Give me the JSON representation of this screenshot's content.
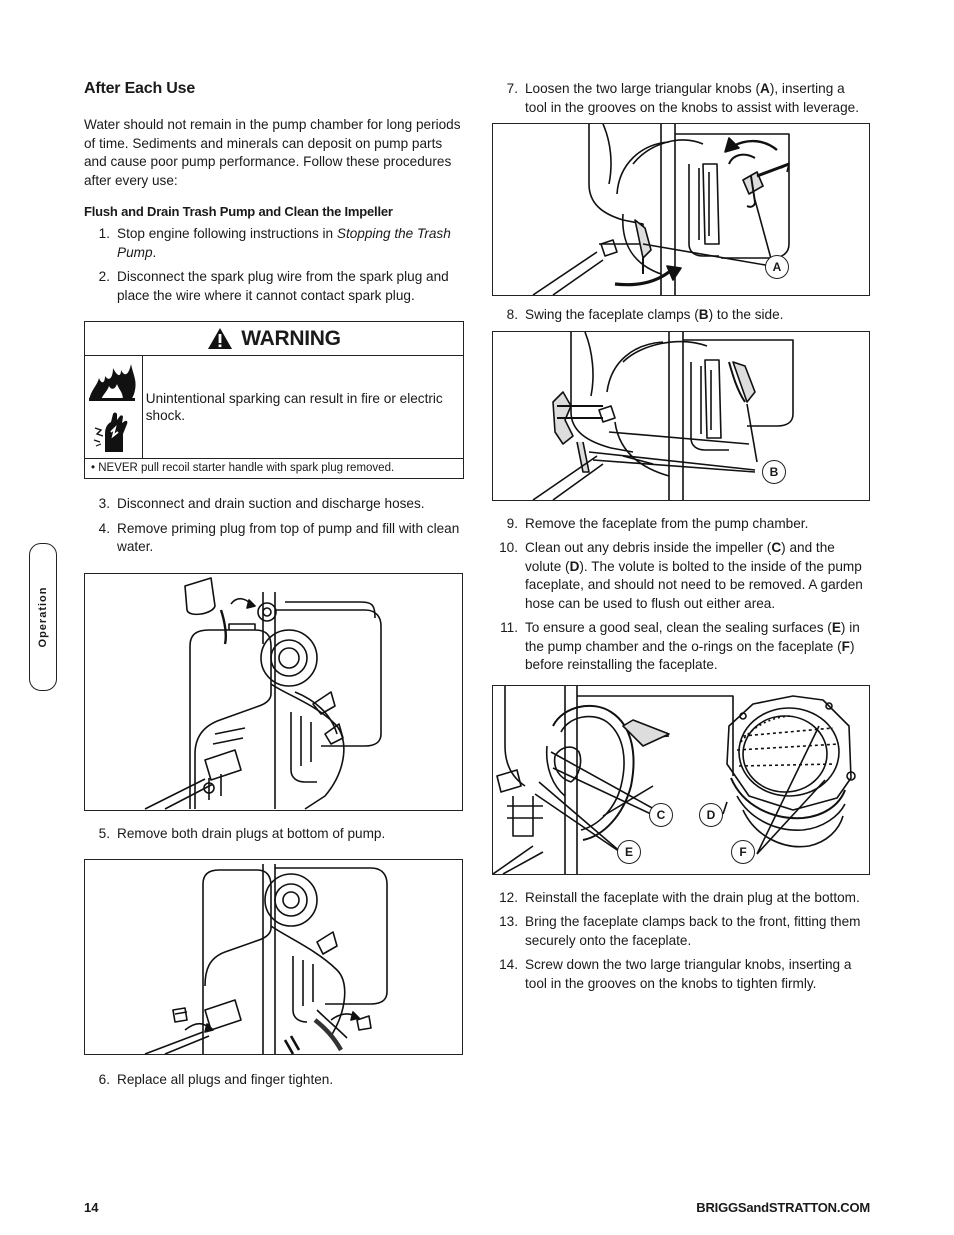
{
  "left": {
    "heading": "After Each Use",
    "intro": "Water should not remain in the pump chamber for long periods of time. Sediments and minerals can deposit on pump parts and cause poor pump performance. Follow these procedures after every use:",
    "subheading": "Flush and Drain Trash Pump and Clean the Impeller",
    "step1_num": "1.",
    "step1_pre": "Stop engine following instructions in ",
    "step1_em": "Stopping the Trash Pump",
    "step1_post": ".",
    "step2_num": "2.",
    "step2": "Disconnect the spark plug wire from the spark plug and place the wire where it cannot contact spark plug.",
    "warning": {
      "title": "WARNING",
      "text": "Unintentional sparking can result in fire or electric shock.",
      "bullet": "•  NEVER pull recoil starter handle with spark plug removed.",
      "icons": [
        "fire-icon",
        "electric-shock-icon",
        "warning-triangle-icon"
      ]
    },
    "step3_num": "3.",
    "step3": "Disconnect and drain suction and discharge hoses.",
    "step4_num": "4.",
    "step4": "Remove priming plug from top of pump and fill with clean water.",
    "step5_num": "5.",
    "step5": "Remove both drain plugs at bottom of pump.",
    "step6_num": "6.",
    "step6": "Replace all plugs and finger tighten."
  },
  "right": {
    "step7_num": "7.",
    "step7_pre": "Loosen the two large triangular knobs (",
    "step7_b": "A",
    "step7_post": "), inserting a tool in the grooves on the knobs to assist with leverage.",
    "callout_a": "A",
    "step8_num": "8.",
    "step8_pre": "Swing the faceplate clamps (",
    "step8_b": "B",
    "step8_post": ") to the side.",
    "callout_b": "B",
    "step9_num": "9.",
    "step9": "Remove the faceplate from the pump chamber.",
    "step10_num": "10.",
    "step10_a": "Clean out any debris inside the impeller (",
    "step10_c": "C",
    "step10_b": ") and the volute (",
    "step10_d": "D",
    "step10_c2": "). The volute is bolted to the inside of the pump faceplate, and should not need to be removed. A garden hose can be used to flush out either area.",
    "step11_num": "11.",
    "step11_a": "To ensure a good seal, clean the sealing surfaces (",
    "step11_e": "E",
    "step11_b": ") in the pump chamber and the o-rings on the faceplate (",
    "step11_f": "F",
    "step11_c": ") before reinstalling the faceplate.",
    "callout_c": "C",
    "callout_d": "D",
    "callout_e": "E",
    "callout_f": "F",
    "step12_num": "12.",
    "step12": "Reinstall the faceplate with the drain plug at the bottom.",
    "step13_num": "13.",
    "step13": "Bring the faceplate clamps back to the front, fitting them securely onto the faceplate.",
    "step14_num": "14.",
    "step14": "Screw down the two large triangular knobs, inserting a tool in the grooves on the knobs to tighten firmly."
  },
  "side_tab": "Operation",
  "footer": {
    "page_number": "14",
    "website": "BRIGGSandSTRATTON.COM"
  }
}
